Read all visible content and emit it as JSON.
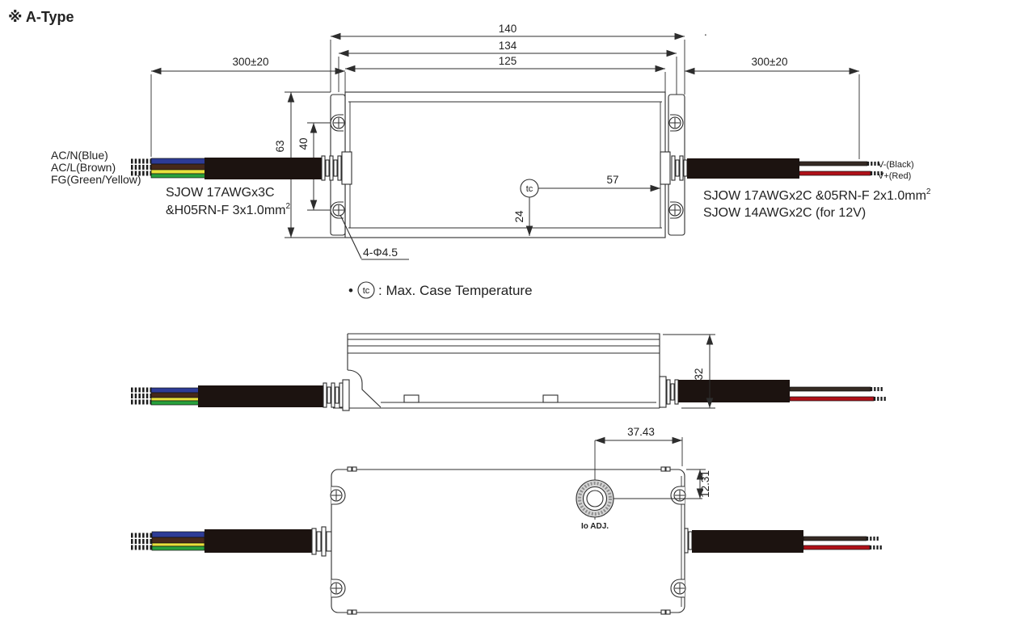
{
  "title": "※ A-Type",
  "colors": {
    "line": "#2d2d2d",
    "cable_black": "#1c1310",
    "wire_blue": "#2d3b96",
    "wire_brown": "#46291a",
    "wire_yellow": "#e8e13c",
    "wire_green": "#28a03c",
    "wire_vminus": "#352a24",
    "wire_red": "#b01119"
  },
  "top_view": {
    "dims": {
      "overall_length": "140",
      "mounting_length": "134",
      "body_length": "125",
      "input_lead": "300±20",
      "output_lead": "300±20",
      "body_width": "63",
      "hole_pitch": "40",
      "tc_offset_x": "57",
      "tc_offset_y": "24",
      "holes": "4-Φ4.5"
    },
    "tc_symbol": "tc",
    "input": {
      "wire_labels": [
        "AC/N(Blue)",
        "AC/L(Brown)",
        "FG(Green/Yellow)"
      ],
      "cable_spec_line1": "SJOW 17AWGx3C",
      "cable_spec_line2": "&H05RN-F 3x1.0mm",
      "cable_spec_sup": "2"
    },
    "output": {
      "wire_labels": [
        "V-(Black)",
        "V+(Red)"
      ],
      "cable_spec_line1": "SJOW 17AWGx2C &05RN-F 2x1.0mm",
      "cable_spec_line1_sup": "2",
      "cable_spec_line2": "SJOW 14AWGx2C (for 12V)"
    }
  },
  "note": {
    "bullet": "•",
    "symbol": "tc",
    "text": ": Max. Case Temperature"
  },
  "side_view": {
    "dims": {
      "height": "32"
    }
  },
  "bottom_view": {
    "dims": {
      "pot_to_edge": "37.43",
      "pot_to_top": "12.31"
    },
    "pot_label": "Io ADJ."
  },
  "misc": {
    "stray_mark": "."
  }
}
